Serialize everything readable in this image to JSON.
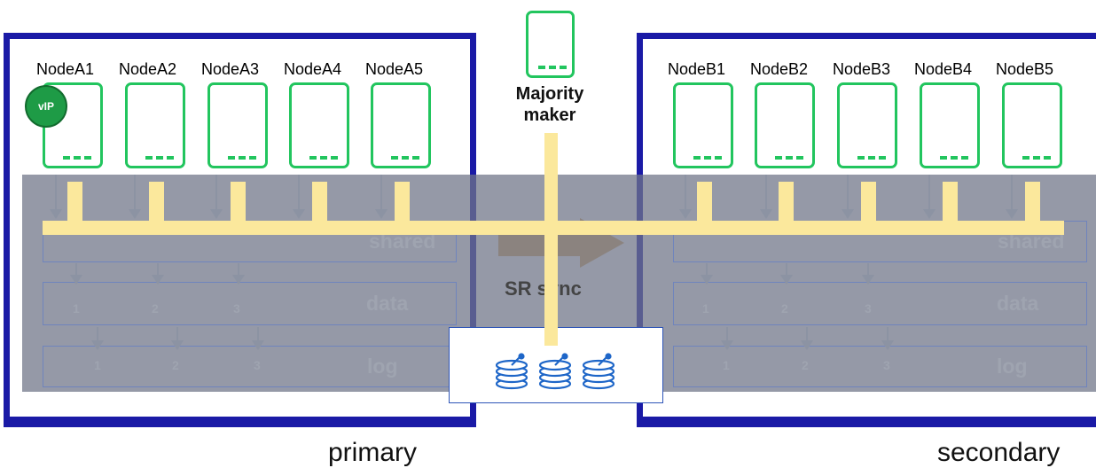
{
  "sites": {
    "primary_label": "primary",
    "secondary_label": "secondary"
  },
  "nodes_a": [
    "NodeA1",
    "NodeA2",
    "NodeA3",
    "NodeA4",
    "NodeA5"
  ],
  "nodes_b": [
    "NodeB1",
    "NodeB2",
    "NodeB3",
    "NodeB4",
    "NodeB5"
  ],
  "vip_label": "vIP",
  "majority_maker": {
    "line1": "Majority",
    "line2": "maker"
  },
  "storage": {
    "lanes": {
      "shared": "shared",
      "data": "data",
      "log": "log"
    },
    "lane_numbers": [
      "1",
      "2",
      "3"
    ],
    "sr_label": "SR sync"
  },
  "colors": {
    "site_frame": "#1a1aa6",
    "node_green": "#22c55e",
    "vip_fill": "#1e9b46",
    "majority_network": "#fbe89c",
    "disk_blue": "#1e66c8"
  },
  "icons": {
    "disk_stack": "disk-stack-icon",
    "arrow": "sr-arrow-icon"
  }
}
